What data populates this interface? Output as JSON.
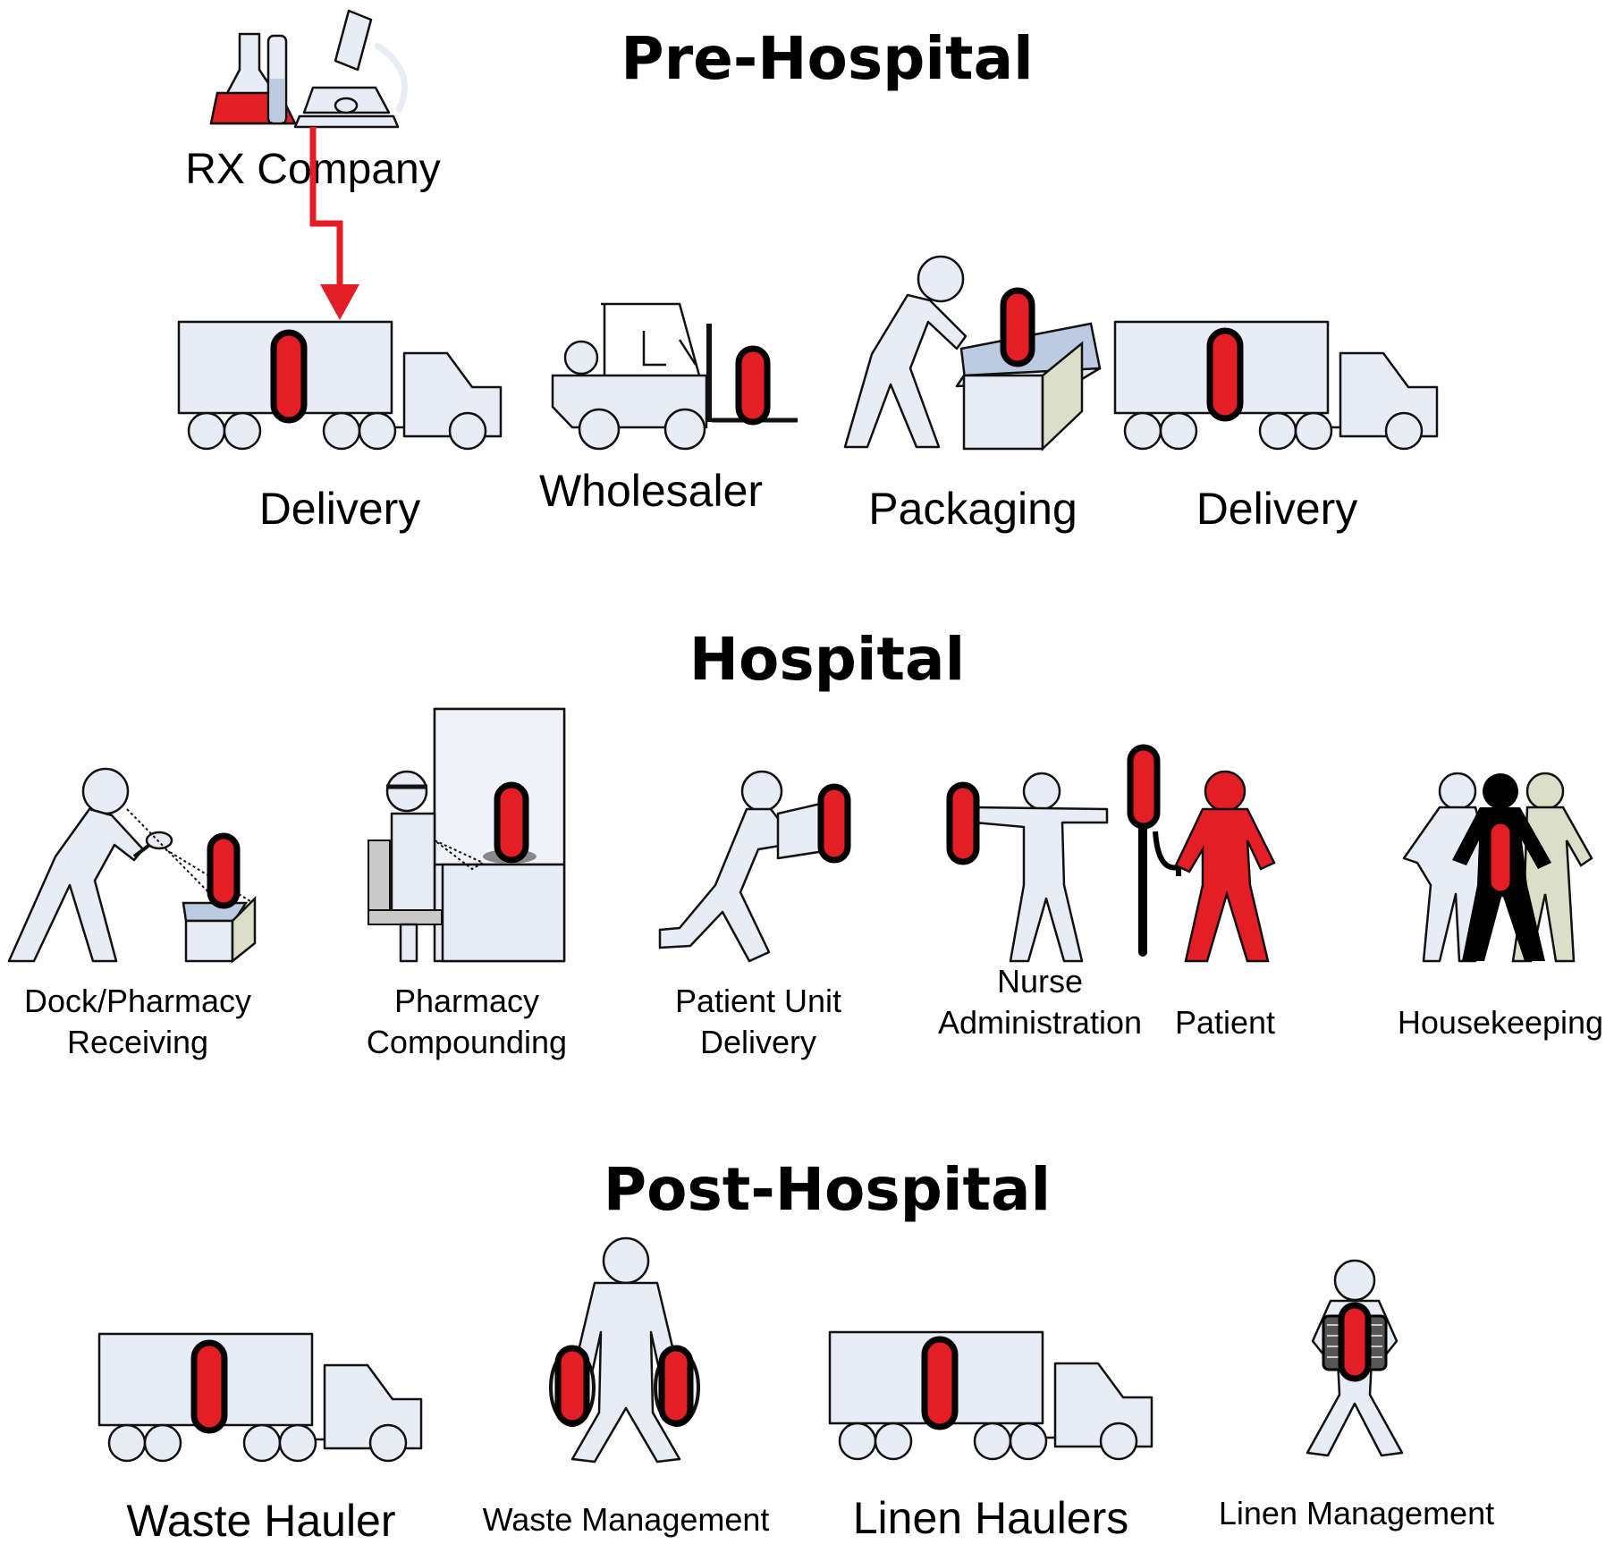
{
  "sections": {
    "pre_hospital": "Pre-Hospital",
    "hospital": "Hospital",
    "post_hospital": "Post-Hospital"
  },
  "pre_hospital": {
    "rx_company": "RX Company",
    "delivery_1": "Delivery",
    "wholesaler": "Wholesaler",
    "packaging": "Packaging",
    "delivery_2": "Delivery"
  },
  "hospital": {
    "dock_line1": "Dock/Pharmacy",
    "dock_line2": "Receiving",
    "compounding_line1": "Pharmacy",
    "compounding_line2": "Compounding",
    "unit_line1": "Patient Unit",
    "unit_line2": "Delivery",
    "nurse_line1": "Nurse",
    "nurse_line2": "Administration",
    "patient": "Patient",
    "housekeeping": "Housekeeping"
  },
  "post_hospital": {
    "waste_hauler": "Waste Hauler",
    "waste_management": "Waste Management",
    "linen_haulers": "Linen Haulers",
    "linen_management": "Linen Management"
  },
  "colors": {
    "capsule": "#e41e26",
    "figure_fill": "#e8ecf6",
    "arrow": "#e41e26",
    "patient": "#e41e26"
  }
}
